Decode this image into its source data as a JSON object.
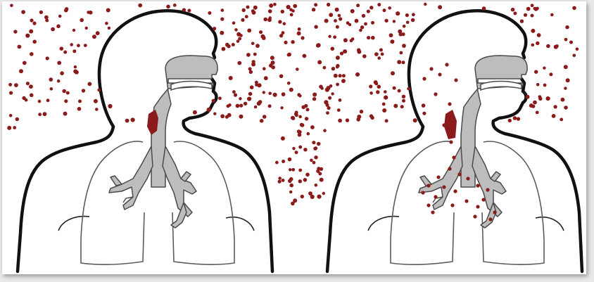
{
  "figure": {
    "colors": {
      "background": "#ffffff",
      "outline": "#111111",
      "airway_fill": "#bdbdbd",
      "airway_stroke": "#4a4a4a",
      "lung_stroke": "#5c5c5c",
      "particle": "#8b1a1a"
    },
    "panels": [
      {
        "id": "left",
        "particle_deposition": "upper-airway"
      },
      {
        "id": "right",
        "particle_deposition": "throughout-airways"
      }
    ]
  }
}
